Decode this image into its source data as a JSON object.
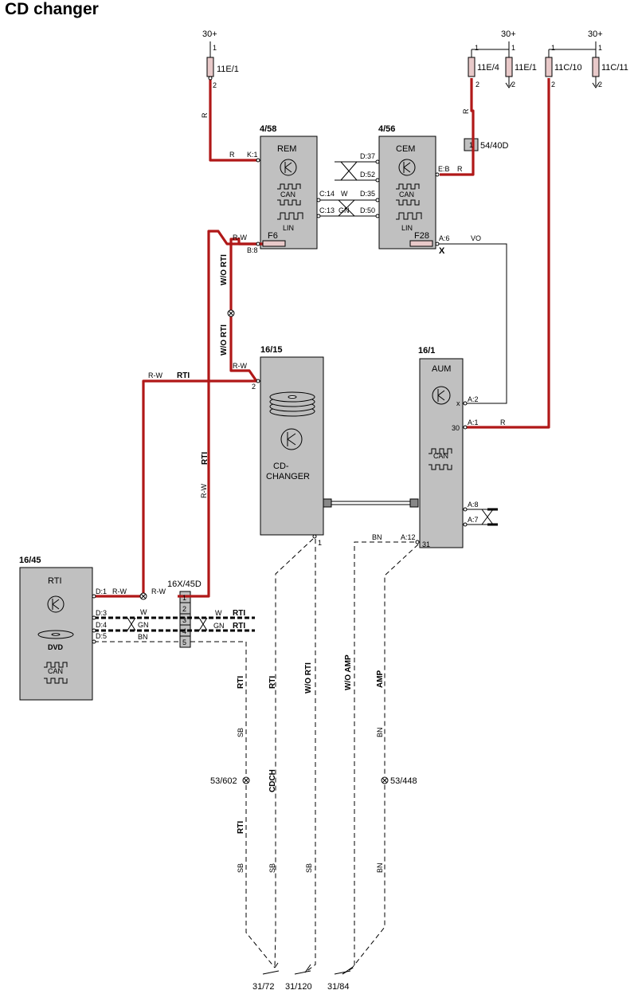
{
  "title": "CD changer",
  "power": {
    "b30": "30+",
    "pin1": "1",
    "pin2": "2"
  },
  "fuses": {
    "f11e1": "11E/1",
    "f11e4": "11E/4",
    "f11c10": "11C/10",
    "f11c11": "11C/11",
    "f54_40d": "54/40D",
    "f54_pin": "1",
    "f6": "F6",
    "f28": "F28"
  },
  "modules": {
    "rem": {
      "id": "4/58",
      "name": "REM"
    },
    "cem": {
      "id": "4/56",
      "name": "CEM"
    },
    "cdch": {
      "id": "16/15",
      "name1": "CD-",
      "name2": "CHANGER"
    },
    "aum": {
      "id": "16/1",
      "name": "AUM"
    },
    "rti": {
      "id": "16/45",
      "name": "RTI",
      "dvd": "DVD"
    }
  },
  "bus": {
    "can": "CAN",
    "lin": "LIN"
  },
  "connector": {
    "id": "16X/45D",
    "pins": [
      "1",
      "2",
      "3",
      "4",
      "5"
    ]
  },
  "pins": {
    "k1": "K:1",
    "b8": "B:8",
    "d37": "D:37",
    "d52": "D:52",
    "c14": "C:14",
    "d35": "D:35",
    "c13": "C:13",
    "d50": "D:50",
    "eb": "E:B",
    "a6": "A:6",
    "x": "X",
    "x_small": "x",
    "a2": "A:2",
    "a1": "A:1",
    "p30": "30",
    "a8": "A:8",
    "a7": "A:7",
    "a12": "A:12",
    "p31": "31",
    "p2": "2",
    "p1": "1",
    "d1": "D:1",
    "d3": "D:3",
    "d4": "D:4",
    "d5": "D:5"
  },
  "wires": {
    "r": "R",
    "rw": "R-W",
    "w": "W",
    "gn": "GN",
    "vo": "VO",
    "bn": "BN",
    "sb": "SB"
  },
  "variants": {
    "rti": "RTI",
    "wo_rti": "W/O RTI",
    "wo_amp": "W/O AMP",
    "amp": "AMP",
    "cdch": "CDCH"
  },
  "grounds": {
    "g53_602": "53/602",
    "g53_448": "53/448",
    "g31_72": "31/72",
    "g31_120": "31/120",
    "g31_84": "31/84"
  }
}
